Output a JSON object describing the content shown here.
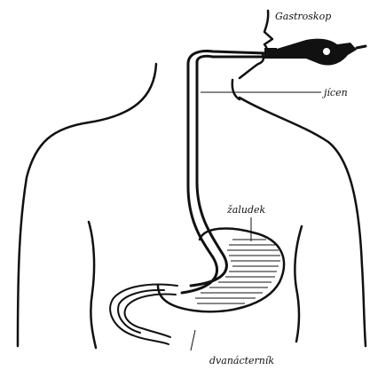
{
  "labels": {
    "gastroscope": "Gastroskop",
    "esophagus": "jícen",
    "stomach": "žaludek",
    "duodenum": "dvanácterník"
  },
  "colors": {
    "ink": "#111111",
    "background": "#ffffff"
  }
}
